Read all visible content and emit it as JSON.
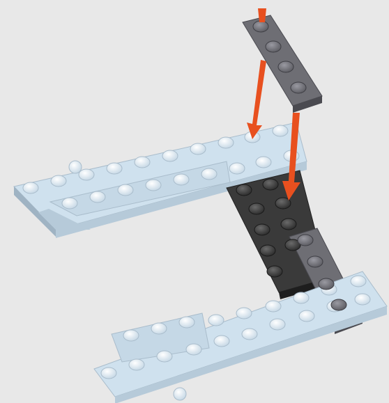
{
  "figure": {
    "kind": "building-instruction-step",
    "background_color": "#e8e8e8",
    "colors": {
      "light_bluish_gray": "#cfe1ee",
      "light_bluish_gray_edge": "#a9bccb",
      "dark_gray": "#3a3a3a",
      "medium_gray": "#6e6e74",
      "arrow_orange": "#e8501f"
    },
    "parts": [
      {
        "name": "upper-wing-plate",
        "color": "light_bluish_gray"
      },
      {
        "name": "lower-wing-plate",
        "color": "light_bluish_gray"
      },
      {
        "name": "black-center-plate",
        "color": "dark_gray"
      },
      {
        "name": "gray-side-plate",
        "color": "medium_gray"
      },
      {
        "name": "falling-1x4-plate",
        "color": "medium_gray",
        "studs": 4
      },
      {
        "name": "placement-arrows",
        "count": 3,
        "color": "arrow_orange"
      }
    ]
  }
}
